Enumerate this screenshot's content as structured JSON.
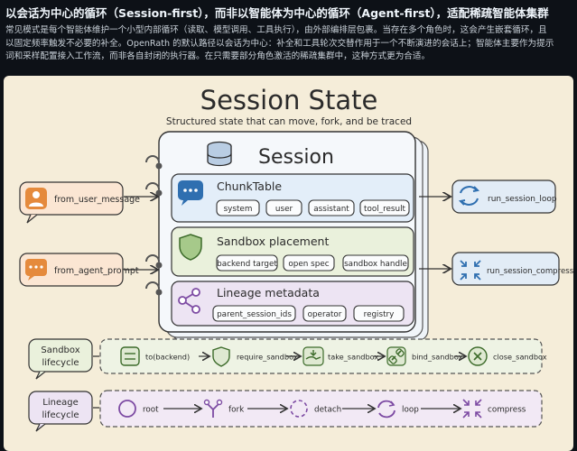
{
  "header": {
    "title": "以会话为中心的循环（Session-first），而非以智能体为中心的循环（Agent-first），适配稀疏智能体集群",
    "paragraph_lines": [
      "常见模式是每个智能体维护一个小型内部循环（读取、模型调用、工具执行），由外部编排层包裹。当存在多个角色时，这会产生嵌套循环，且",
      "以固定频率触发不必要的补全。OpenRath 的默认路径以会话为中心：补全和工具轮次交替作用于一个不断演进的会话上；智能体主要作为提示",
      "词和采样配置接入工作流，而非各自封闭的执行器。在只需要部分角色激活的稀疏集群中，这种方式更为合适。"
    ]
  },
  "diagram": {
    "title": "Session State",
    "subtitle": "Structured state that can move, fork, and be traced",
    "session_label": "Session",
    "inputs": [
      {
        "label": "from_user_message",
        "icon": "person-icon"
      },
      {
        "label": "from_agent_prompt",
        "icon": "chat-icon"
      }
    ],
    "outputs": [
      {
        "label": "run_session_loop",
        "icon": "loop-icon"
      },
      {
        "label": "run_session_compress",
        "icon": "compress-icon"
      }
    ],
    "sections": {
      "chunk": {
        "title": "ChunkTable",
        "tags": [
          "system",
          "user",
          "assistant",
          "tool_result"
        ]
      },
      "sandbox": {
        "title": "Sandbox placement",
        "tags": [
          "backend target",
          "open spec",
          "sandbox handle"
        ]
      },
      "lineage": {
        "title": "Lineage metadata",
        "tags": [
          "parent_session_ids",
          "operator",
          "registry"
        ]
      }
    },
    "sandbox_lifecycle": {
      "label_lines": [
        "Sandbox",
        "lifecycle"
      ],
      "steps": [
        "to(backend)",
        "require_sandbox",
        "take_sandbox",
        "bind_sandbox",
        "close_sandbox"
      ]
    },
    "lineage_lifecycle": {
      "label_lines": [
        "Lineage",
        "lifecycle"
      ],
      "steps": [
        "root",
        "fork",
        "detach",
        "loop",
        "compress"
      ]
    },
    "colors": {
      "background": "#f5edd9",
      "chunk_blue": "#e3eef9",
      "sandbox_green": "#eaf1dc",
      "lineage_purple": "#ede4f3",
      "input_orange": "#fbe6d3",
      "output_blue": "#e2ecf6",
      "ink": "#2b2b2b"
    }
  }
}
